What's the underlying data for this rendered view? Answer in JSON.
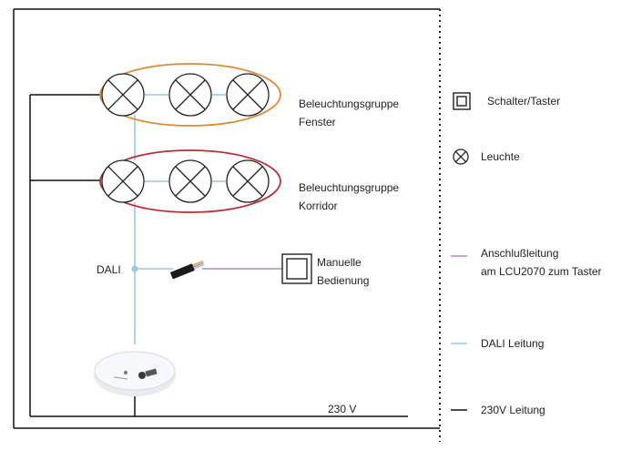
{
  "groups": [
    {
      "name_line1": "Beleuchtungsgruppe",
      "name_line2": "Fenster",
      "ring_color": "#d98a3a"
    },
    {
      "name_line1": "Beleuchtungsgruppe",
      "name_line2": "Korridor",
      "ring_color": "#b5303a"
    }
  ],
  "dali_label": "DALI",
  "manual": {
    "line1": "Manuelle",
    "line2": "Bedienung"
  },
  "voltage_label": "230 V",
  "legend": {
    "switch": "Schalter/Taster",
    "lamp": "Leuchte",
    "connection_line1": "Anschlußleitung",
    "connection_line2": "am LCU2070 zum Taster",
    "dali_line": "DALI Leitung",
    "mains_line": "230V Leitung"
  },
  "colors": {
    "dali": "#9ec6e3",
    "connection": "#b48cc0",
    "mains": "#111111",
    "lamp_stroke": "#222222"
  }
}
